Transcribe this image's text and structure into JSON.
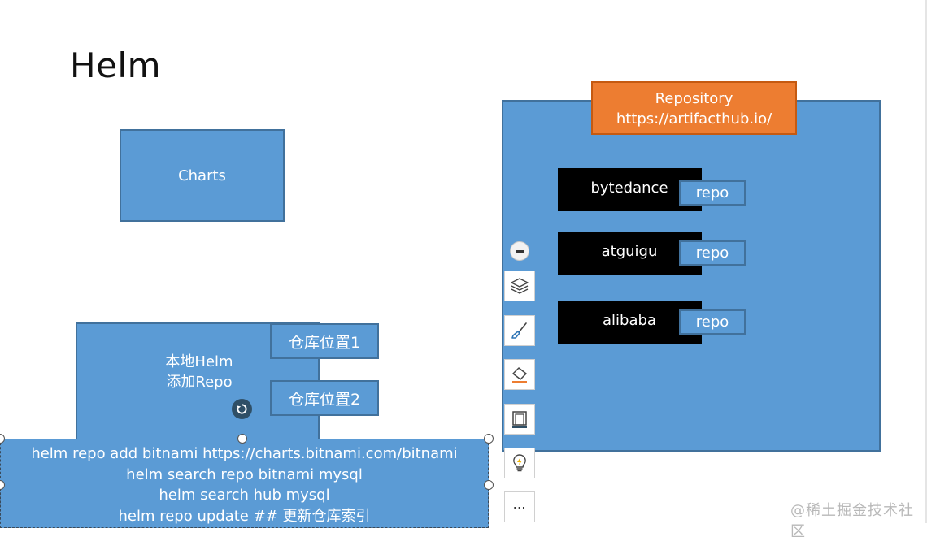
{
  "slide": {
    "title": "Helm"
  },
  "charts_box": {
    "label": "Charts"
  },
  "local_helm": {
    "line1": "本地Helm",
    "line2": "添加Repo",
    "repo_location_1": "仓库位置1",
    "repo_location_2": "仓库位置2"
  },
  "commands": [
    "helm repo add bitnami https://charts.bitnami.com/bitnami",
    "helm search repo bitnami mysql",
    "helm search hub mysql",
    "helm repo update ## 更新仓库索引"
  ],
  "repository": {
    "title": "Repository",
    "url": "https://artifacthub.io/",
    "orgs": [
      {
        "name": "bytedance",
        "tag": "repo"
      },
      {
        "name": "atguigu",
        "tag": "repo"
      },
      {
        "name": "alibaba",
        "tag": "repo"
      }
    ]
  },
  "toolbar": {
    "buttons": [
      "collapse-icon",
      "layers-icon",
      "brush-icon",
      "fill-icon",
      "outline-icon",
      "lightbulb-icon",
      "more-icon"
    ],
    "more_label": "…"
  },
  "watermark": "@稀土掘金技术社区",
  "colors": {
    "shape_blue": "#5b9bd5",
    "shape_border": "#41719c",
    "accent_orange": "#ed7d31",
    "black": "#000000"
  }
}
